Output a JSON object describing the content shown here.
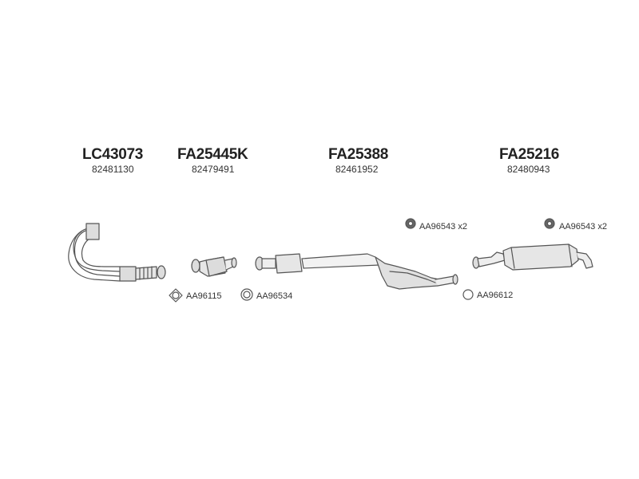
{
  "parts": [
    {
      "part_number": "LC43073",
      "ref": "82481130"
    },
    {
      "part_number": "FA25445K",
      "ref": "82479491"
    },
    {
      "part_number": "FA25388",
      "ref": "82461952"
    },
    {
      "part_number": "FA25216",
      "ref": "82480943"
    }
  ],
  "accessories": [
    {
      "label": "AA96115"
    },
    {
      "label": "AA96534"
    },
    {
      "label": "AA96543 x2"
    },
    {
      "label": "AA96612"
    },
    {
      "label": "AA96543 x2"
    }
  ],
  "colors": {
    "line": "#555555",
    "fill": "#eeeeee",
    "text": "#222222"
  }
}
